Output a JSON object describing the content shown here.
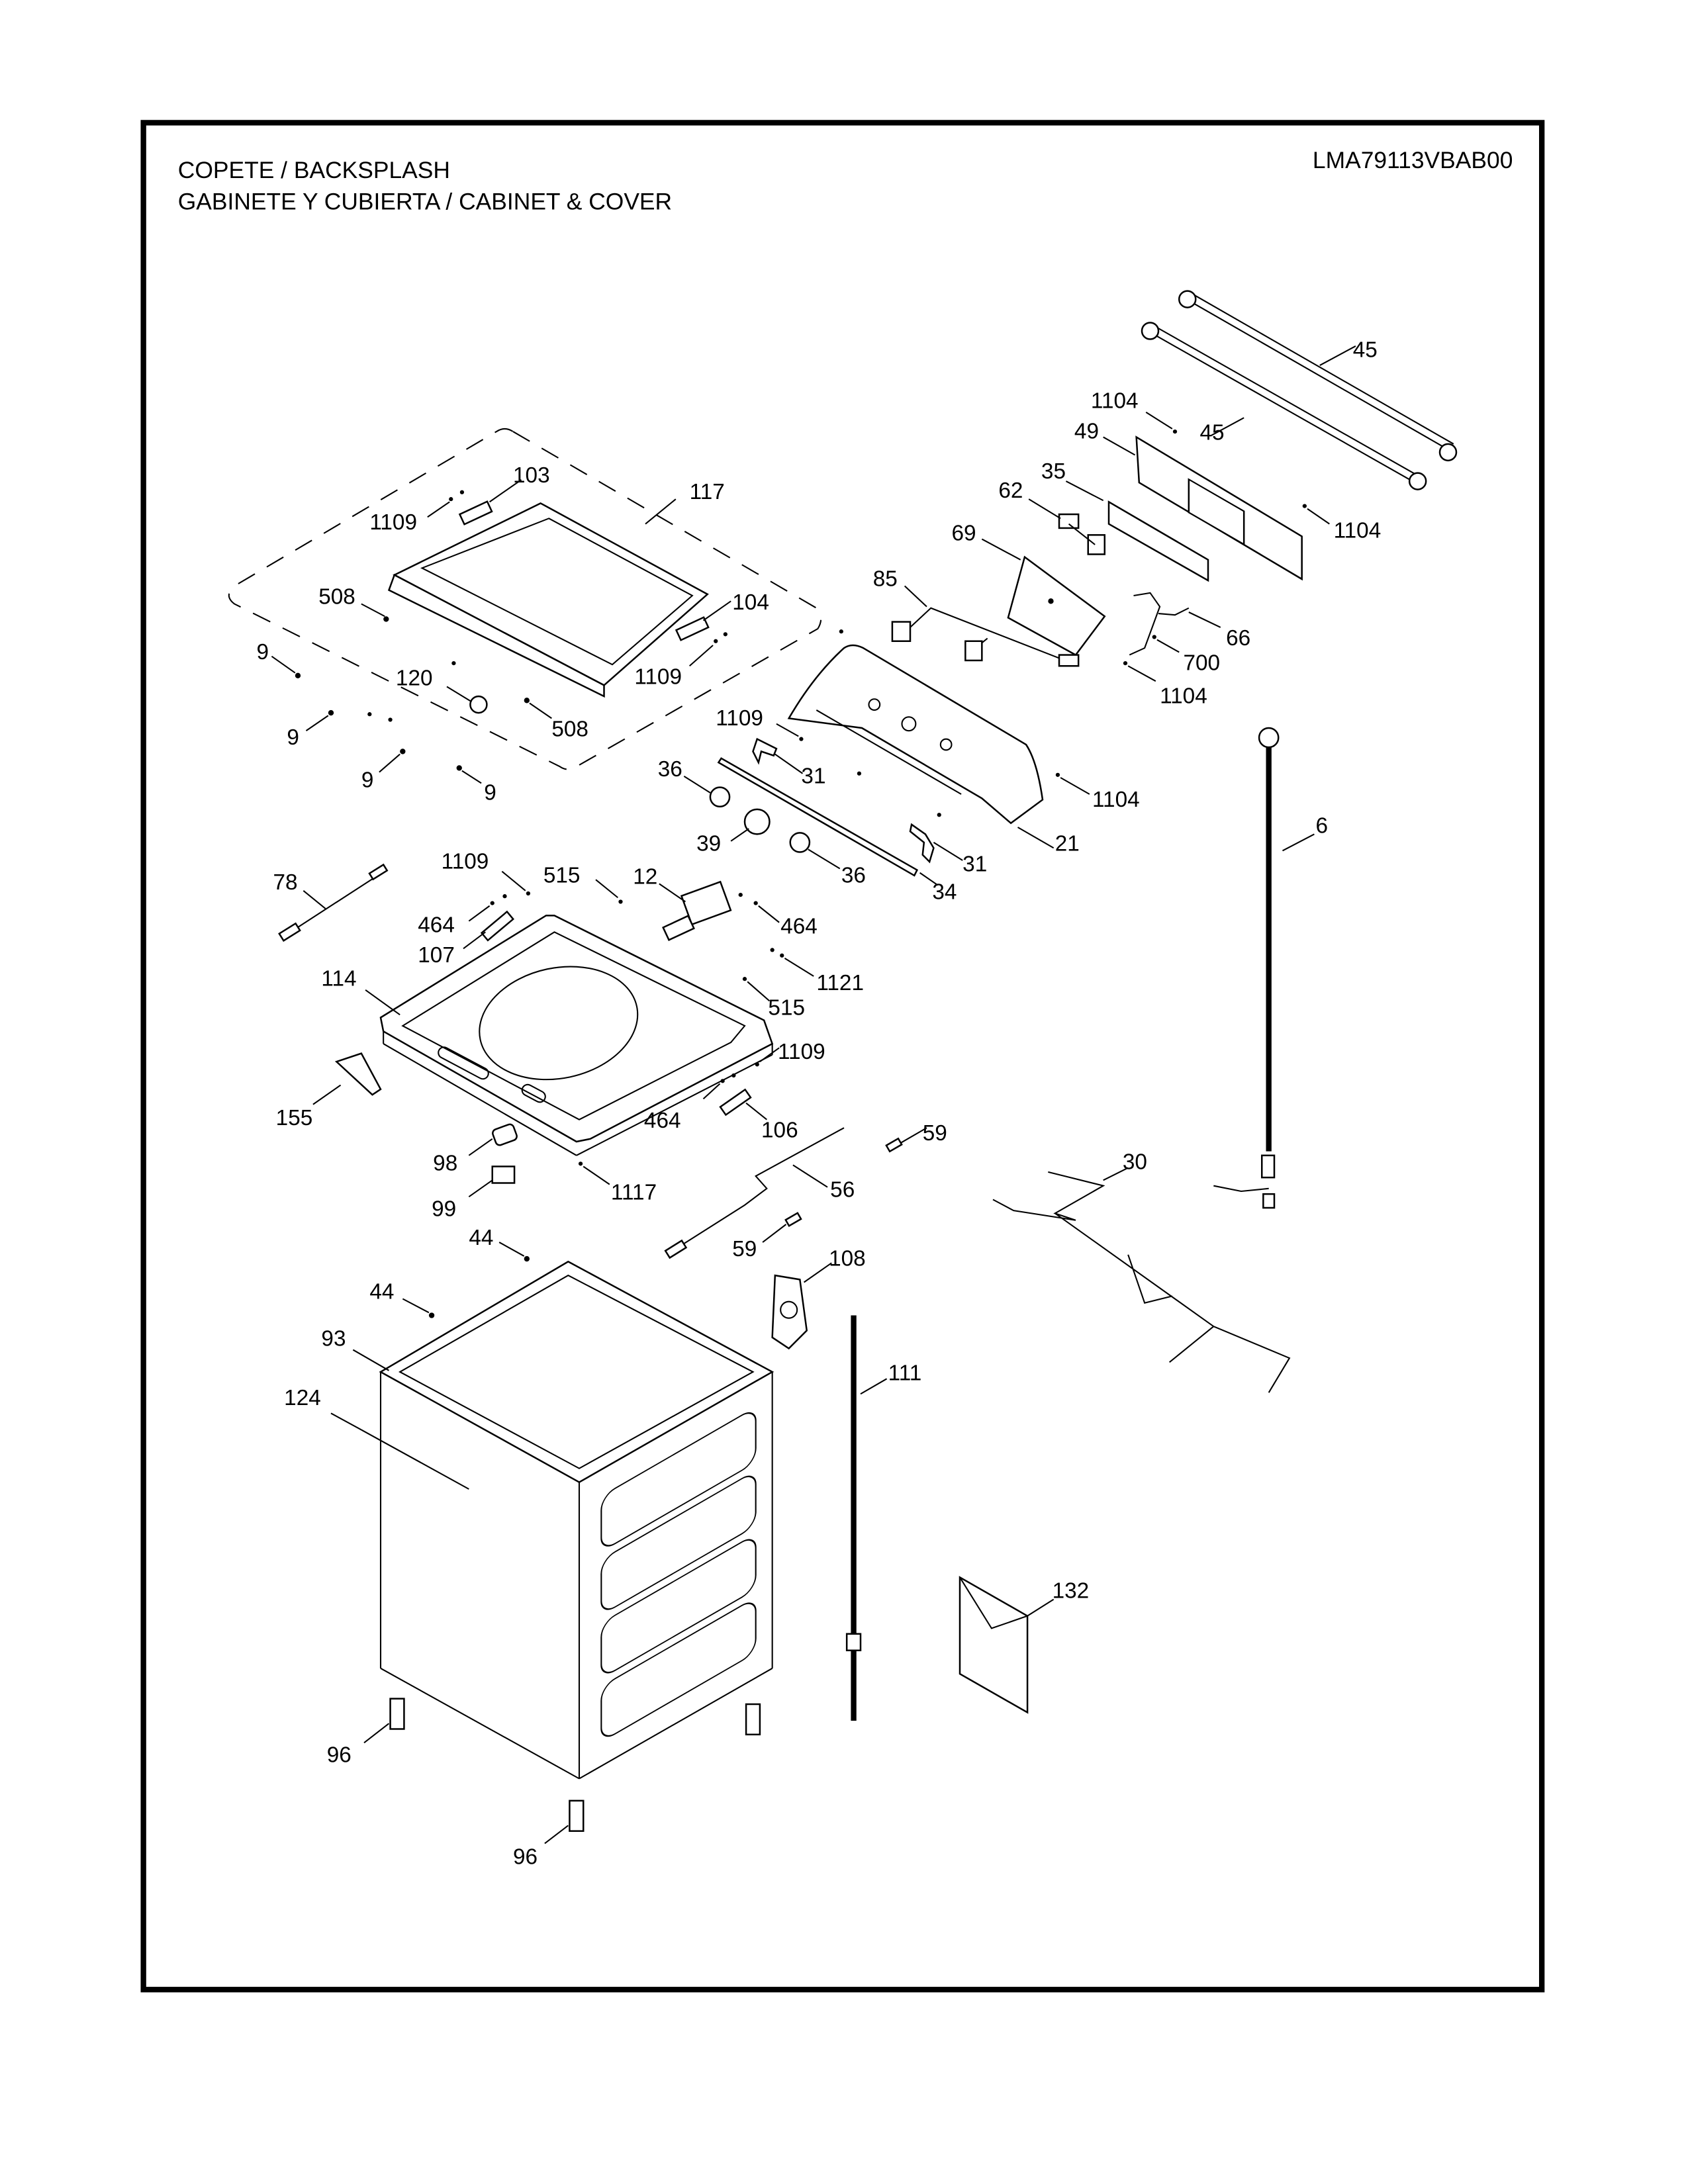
{
  "header": {
    "title_line1": "COPETE / BACKSPLASH",
    "title_line2": "GABINETE Y CUBIERTA / CABINET & COVER",
    "model_number": "LMA79113VBAB00"
  },
  "colors": {
    "ink": "#000000",
    "paper": "#ffffff"
  },
  "callouts": {
    "c45a": "45",
    "c45b": "45",
    "c1104a": "1104",
    "c1104b": "1104",
    "c1104c": "1104",
    "c1104d": "1104",
    "c49": "49",
    "c35": "35",
    "c62": "62",
    "c69": "69",
    "c85": "85",
    "c66": "66",
    "c700": "700",
    "c103": "103",
    "c117": "117",
    "c1109a": "1109",
    "c508a": "508",
    "c104": "104",
    "c1109b": "1109",
    "c9a": "9",
    "c120": "120",
    "c9b": "9",
    "c508b": "508",
    "c9c": "9",
    "c9d": "9",
    "c1109c": "1109",
    "c31a": "31",
    "c36a": "36",
    "c39": "39",
    "c36b": "36",
    "c31b": "31",
    "c34": "34",
    "c21": "21",
    "c6": "6",
    "c78": "78",
    "c1109d": "1109",
    "c515a": "515",
    "c12": "12",
    "c464a": "464",
    "c464b": "464",
    "c107": "107",
    "c114": "114",
    "c1121": "1121",
    "c515b": "515",
    "c1109e": "1109",
    "c155": "155",
    "c464c": "464",
    "c106": "106",
    "c98": "98",
    "c99": "99",
    "c1117": "1117",
    "c59a": "59",
    "c56": "56",
    "c59b": "59",
    "c30": "30",
    "c44a": "44",
    "c44b": "44",
    "c108": "108",
    "c93": "93",
    "c111": "111",
    "c124": "124",
    "c132": "132",
    "c96a": "96",
    "c96b": "96"
  }
}
